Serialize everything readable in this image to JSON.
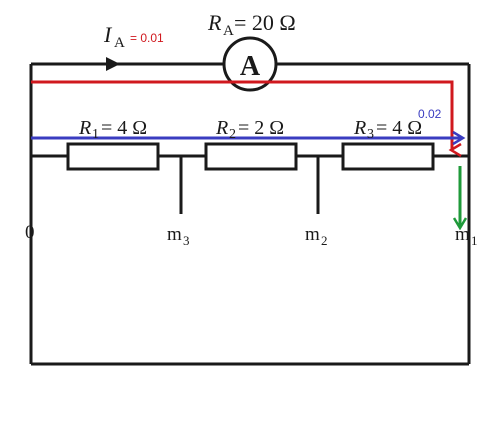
{
  "colors": {
    "wire": "#1a1a1a",
    "current_arrow": "#d0181e",
    "blue_arrow": "#3a3cc0",
    "green_arrow": "#1f9a3a",
    "annotation_red": "#d0181e",
    "annotation_blue": "#3a3cc0"
  },
  "labels": {
    "current_symbol": "I",
    "current_subscript": "A",
    "current_value": "= 0.01",
    "ammeter_resistance_symbol": "R",
    "ammeter_resistance_subscript": "A",
    "ammeter_resistance_value": "= 20 Ω",
    "ammeter_letter": "A",
    "r1_symbol": "R",
    "r1_subscript": "1",
    "r1_value": "= 4 Ω",
    "r2_symbol": "R",
    "r2_subscript": "2",
    "r2_value": "= 2 Ω",
    "r3_symbol": "R",
    "r3_subscript": "3",
    "r3_value": "= 4 Ω",
    "blue_value": "0.02",
    "node_0": "0",
    "node_m3": "m",
    "node_m3_sub": "3",
    "node_m2": "m",
    "node_m2_sub": "2",
    "node_m1": "m",
    "node_m1_sub": "1"
  }
}
